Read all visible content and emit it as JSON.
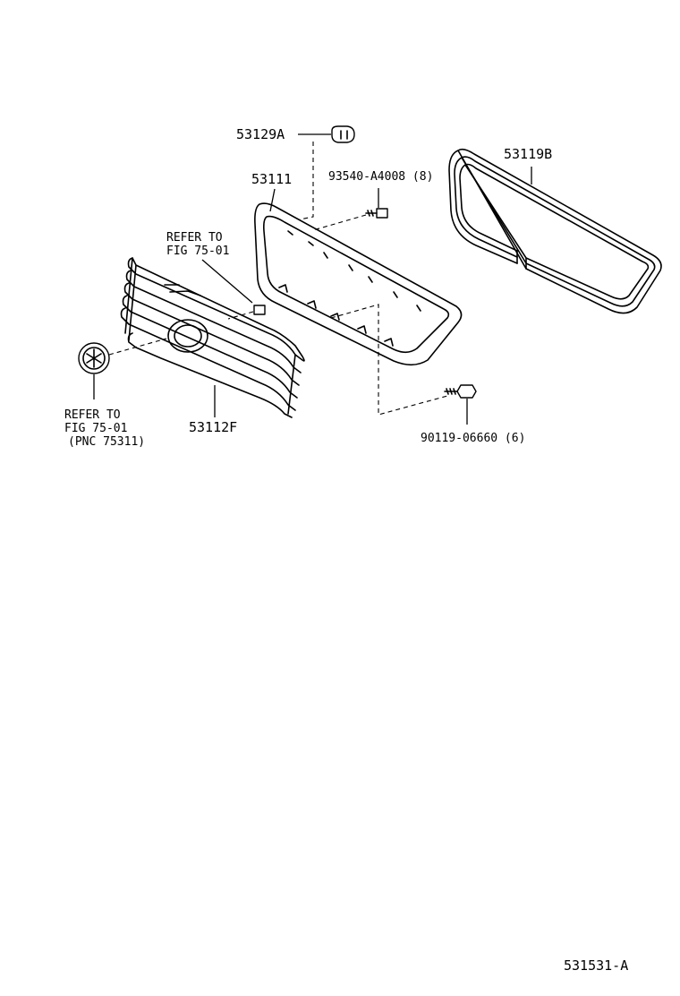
{
  "labels": {
    "p53129a": "53129A",
    "p53111": "53111",
    "p93540": "93540-A4008 (8)",
    "p53119b": "53119B",
    "refer1_line1": "REFER TO",
    "refer1_line2": "FIG 75-01",
    "p53112f": "53112F",
    "refer2_line1": "REFER TO",
    "refer2_line2": "FIG 75-01",
    "refer2_line3": "(PNC 75311)",
    "p90119": "90119-06660 (6)",
    "diagram_id": "531531-A"
  }
}
